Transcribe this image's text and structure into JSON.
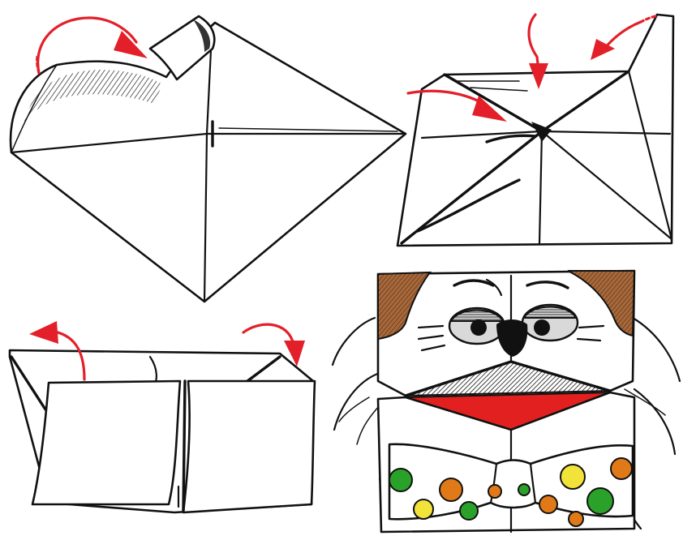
{
  "colors": {
    "ink": "#111111",
    "arrow": "#e3202a",
    "mouth": "#e32020",
    "ear": "#a8683a",
    "dot_green": "#2aa22a",
    "dot_orange": "#e07a18",
    "dot_yellow": "#f2e33a"
  },
  "panels": [
    {
      "id": "step-1",
      "description_icon": "fold-corner-arrow"
    },
    {
      "id": "step-2",
      "description_icon": "fold-to-center-arrows"
    },
    {
      "id": "step-3",
      "description_icon": "open-flaps-arrows"
    },
    {
      "id": "step-4",
      "description_icon": "finished-cat-puppet"
    }
  ],
  "bowtie_dots": [
    {
      "color": "dot_green"
    },
    {
      "color": "dot_orange"
    },
    {
      "color": "dot_yellow"
    },
    {
      "color": "dot_green"
    },
    {
      "color": "dot_orange"
    },
    {
      "color": "dot_green"
    },
    {
      "color": "dot_yellow"
    },
    {
      "color": "dot_orange"
    },
    {
      "color": "dot_green"
    },
    {
      "color": "dot_orange"
    },
    {
      "color": "dot_orange"
    }
  ]
}
